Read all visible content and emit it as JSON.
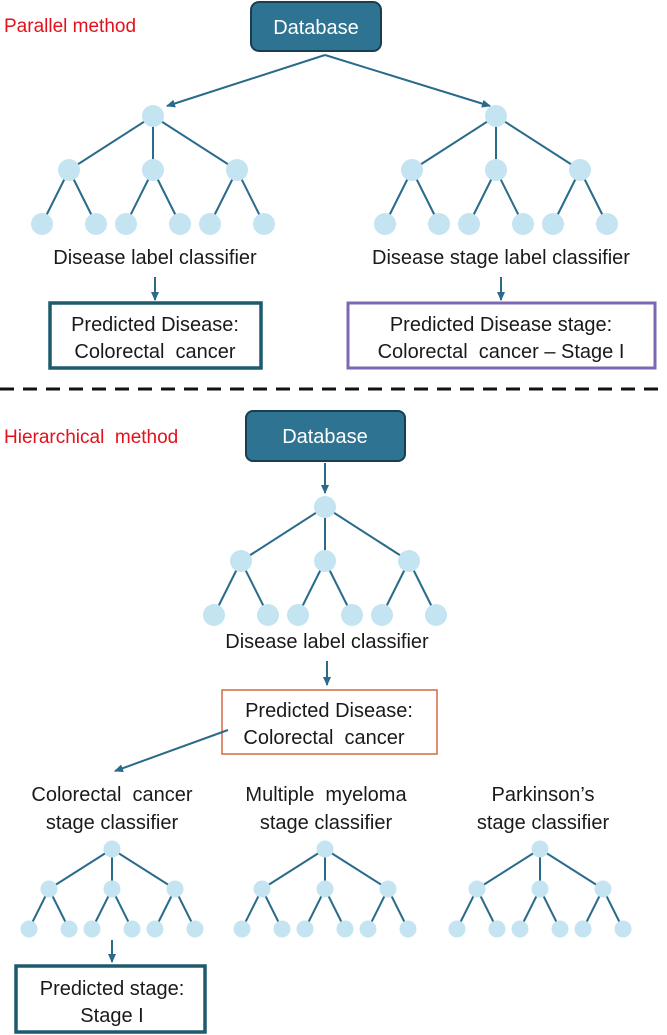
{
  "colors": {
    "database_fill": "#2e7392",
    "database_border": "#173f4f",
    "node": "#c4e4f2",
    "edge": "#2a6a8a",
    "arrow": "#2a6a8a",
    "section_title": "#e3111b",
    "box_teal": "#1d5a6e",
    "box_purple": "#7c67b3",
    "box_orange": "#d46a45",
    "divider": "#111111",
    "text": "#1a1a1a"
  },
  "parallel": {
    "title": "Parallel method",
    "database": "Database",
    "left": {
      "classifier": "Disease label classifier",
      "result": [
        "Predicted Disease:",
        "Colorectal  cancer"
      ]
    },
    "right": {
      "classifier": "Disease stage label classifier",
      "result": [
        "Predicted Disease stage:",
        "Colorectal  cancer – Stage I"
      ]
    }
  },
  "hierarchical": {
    "title": "Hierarchical  method",
    "database": "Database",
    "classifier": "Disease label classifier",
    "result": [
      "Predicted Disease:",
      "Colorectal  cancer"
    ],
    "stage_classifiers": [
      [
        "Colorectal  cancer",
        "stage classifier"
      ],
      [
        "Multiple  myeloma",
        "stage classifier"
      ],
      [
        "Parkinson’s",
        "stage classifier"
      ]
    ],
    "stage_result": [
      "Predicted stage:",
      "Stage I"
    ]
  }
}
